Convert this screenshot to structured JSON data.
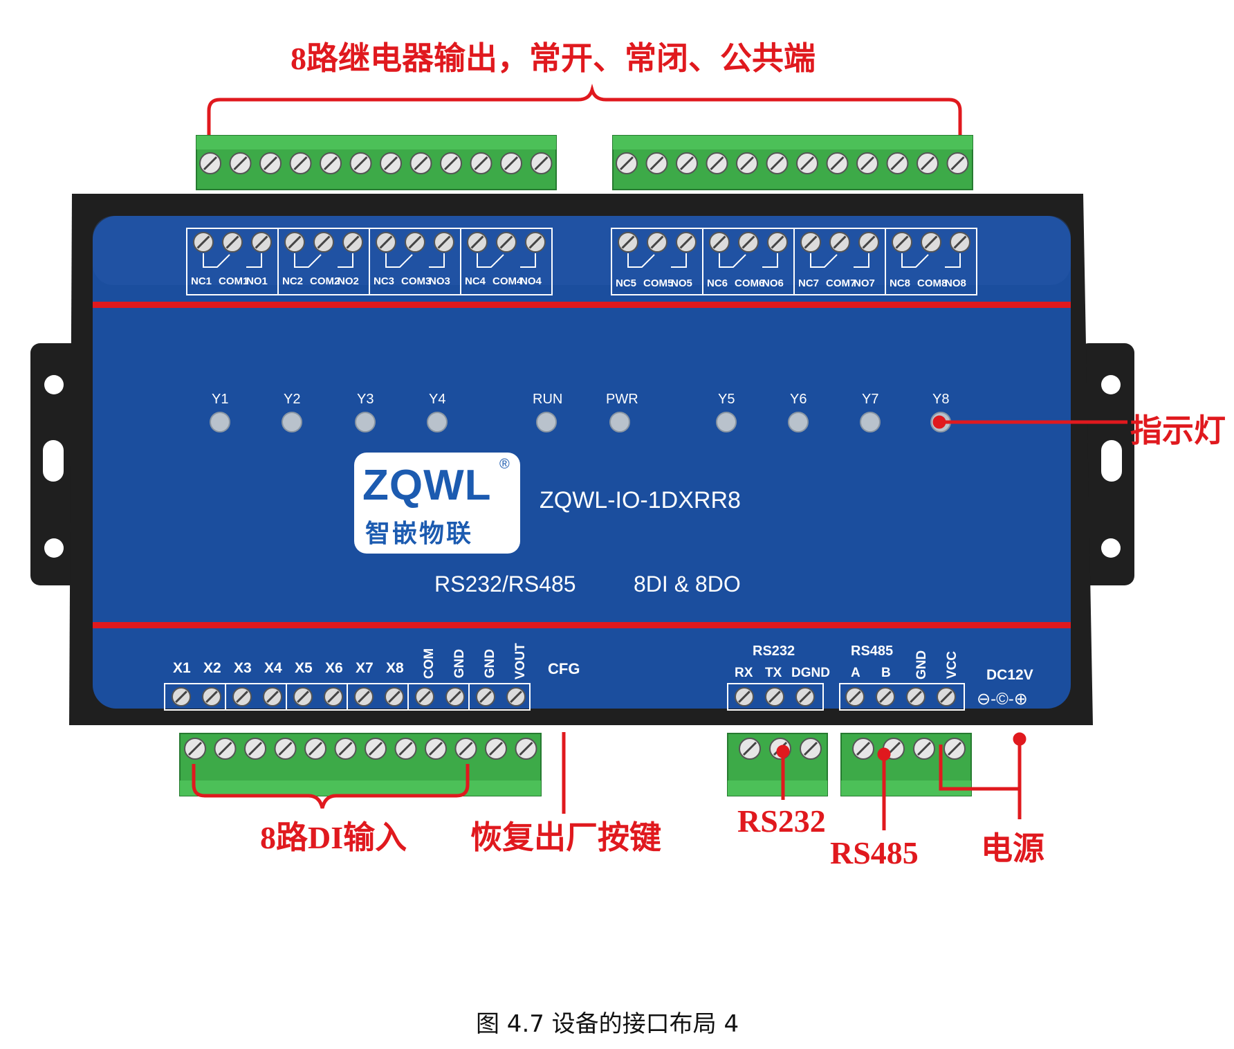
{
  "callouts": {
    "relay_output": "8路继电器输出，常开、常闭、公共端",
    "indicator": "指示灯",
    "di_input": "8路DI输入",
    "factory_reset": "恢复出厂按键",
    "rs232": "RS232",
    "rs485": "RS485",
    "power": "电源"
  },
  "device": {
    "model": "ZQWL-IO-1DXRR8",
    "interfaces": "RS232/RS485",
    "io_spec": "8DI & 8DO",
    "logo_text": "ZQWL",
    "logo_reg": "®",
    "logo_cn": "智嵌物联"
  },
  "relay_labels_left": [
    "NC1",
    "COM1",
    "NO1",
    "NC2",
    "COM2",
    "NO2",
    "NC3",
    "COM3",
    "NO3",
    "NC4",
    "COM4",
    "NO4"
  ],
  "relay_labels_right": [
    "NC5",
    "COM5",
    "NO5",
    "NC6",
    "COM6",
    "NO6",
    "NC7",
    "COM7",
    "NO7",
    "NC8",
    "COM8",
    "NO8"
  ],
  "leds": [
    "Y1",
    "Y2",
    "Y3",
    "Y4",
    "RUN",
    "PWR",
    "Y5",
    "Y6",
    "Y7",
    "Y8"
  ],
  "di_labels": [
    "X1",
    "X2",
    "X3",
    "X4",
    "X5",
    "X6",
    "X7",
    "X8"
  ],
  "di_extra_labels": [
    "COM",
    "GND",
    "GND",
    "VOUT"
  ],
  "cfg_label": "CFG",
  "rs232_block": {
    "title": "RS232",
    "pins": [
      "RX",
      "TX",
      "DGND"
    ]
  },
  "rs485_block": {
    "title": "RS485",
    "pins": [
      "A",
      "B"
    ],
    "pwr_pins": [
      "GND",
      "VCC"
    ]
  },
  "dc_label": "DC12V",
  "dc_symbol": "⊖-©-⊕",
  "caption": "图  4.7 设备的接口布局 4",
  "colors": {
    "panel": "#1b4e9e",
    "stripe": "#e0191e",
    "terminal": "#3daa48",
    "callout": "#e0191e",
    "housing": "#1f1f1f"
  }
}
